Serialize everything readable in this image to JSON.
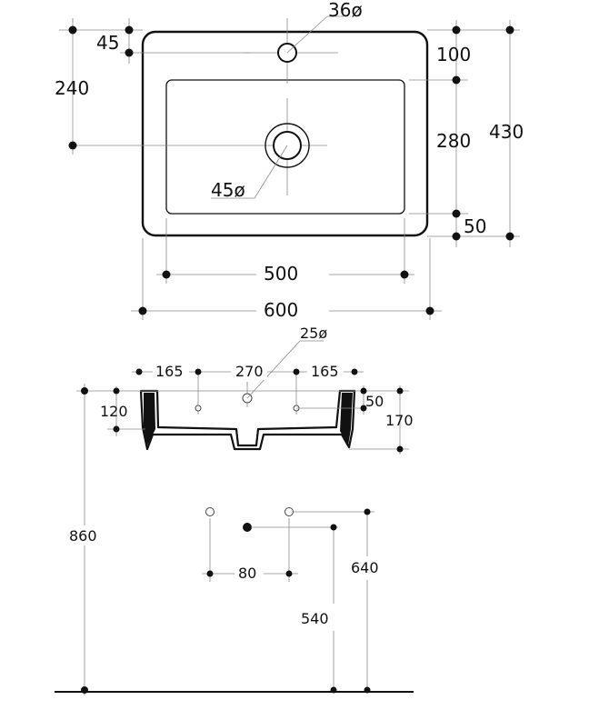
{
  "top_view": {
    "tap_hole_label": "36ø",
    "tap_offset_label": "45",
    "drain_offset_label": "240",
    "drain_label": "45ø",
    "right_top_label": "100",
    "right_mid_label": "280",
    "right_bottom_label": "50",
    "depth_label": "430",
    "inner_width_label": "500",
    "outer_width_label": "600"
  },
  "side_view": {
    "hole_label": "25ø",
    "left_spacing_label": "165",
    "center_spacing_label": "270",
    "right_spacing_label": "165",
    "rim_label": "50",
    "left_height_label": "120",
    "total_height_label": "170",
    "mount_height_label": "860"
  },
  "wall_view": {
    "supply_spacing_label": "80",
    "drain_height_label": "540",
    "supply_height_label": "640"
  },
  "colors": {
    "line": "#111111",
    "dimension": "#8a8a8a",
    "background": "#ffffff"
  }
}
